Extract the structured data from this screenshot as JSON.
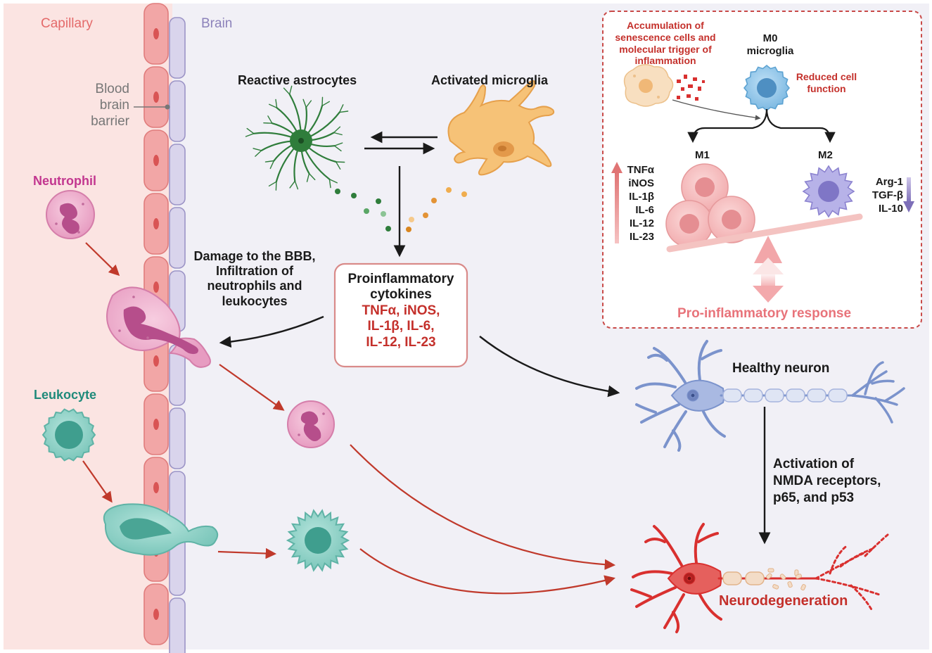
{
  "regions": {
    "capillary": "Capillary",
    "brain": "Brain"
  },
  "bbb_label": [
    "Blood",
    "brain",
    "barrier"
  ],
  "cells": {
    "neutrophil": "Neutrophil",
    "leukocyte": "Leukocyte",
    "reactive_astrocytes": "Reactive astrocytes",
    "activated_microglia": "Activated microglia",
    "healthy_neuron": "Healthy neuron",
    "neurodegeneration": "Neurodegeneration"
  },
  "damage_text": [
    "Damage to the BBB,",
    "Infiltration of",
    "neutrophils and",
    "leukocytes"
  ],
  "cytokine_box": {
    "title": [
      "Proinflammatory",
      "cytokines"
    ],
    "list": [
      "TNFα, iNOS,",
      "IL-1β, IL-6,",
      "IL-12, IL-23"
    ]
  },
  "nmda_text": [
    "Activation of",
    "NMDA receptors,",
    "p65, and p53"
  ],
  "inset": {
    "trigger": [
      "Accumulation of",
      "senescence cells and",
      "molecular trigger of",
      "inflammation"
    ],
    "m0": [
      "M0",
      "microglia"
    ],
    "reduced": [
      "Reduced cell",
      "function"
    ],
    "m1": "M1",
    "m2": "M2",
    "m1_markers": [
      "TNFα",
      "iNOS",
      "IL-1β",
      "IL-6",
      "IL-12",
      "IL-23"
    ],
    "m2_markers": [
      "Arg-1",
      "TGF-β",
      "IL-10"
    ],
    "response": "Pro-inflammatory response"
  },
  "colors": {
    "capillary_bg": "#fbe4e2",
    "brain_bg": "#f1f0f6",
    "arrow_red": "#c0392b",
    "text_red": "#c4302b",
    "capillary_label": "#e46a6a",
    "brain_label": "#8c82ba",
    "neutrophil": "#c2368f",
    "leukocyte": "#1f8a7a",
    "astrocyte": "#2f7d3b",
    "microglia": "#f6c277",
    "neuron_healthy": "#7b93cc",
    "neuron_damaged": "#d9302f"
  }
}
